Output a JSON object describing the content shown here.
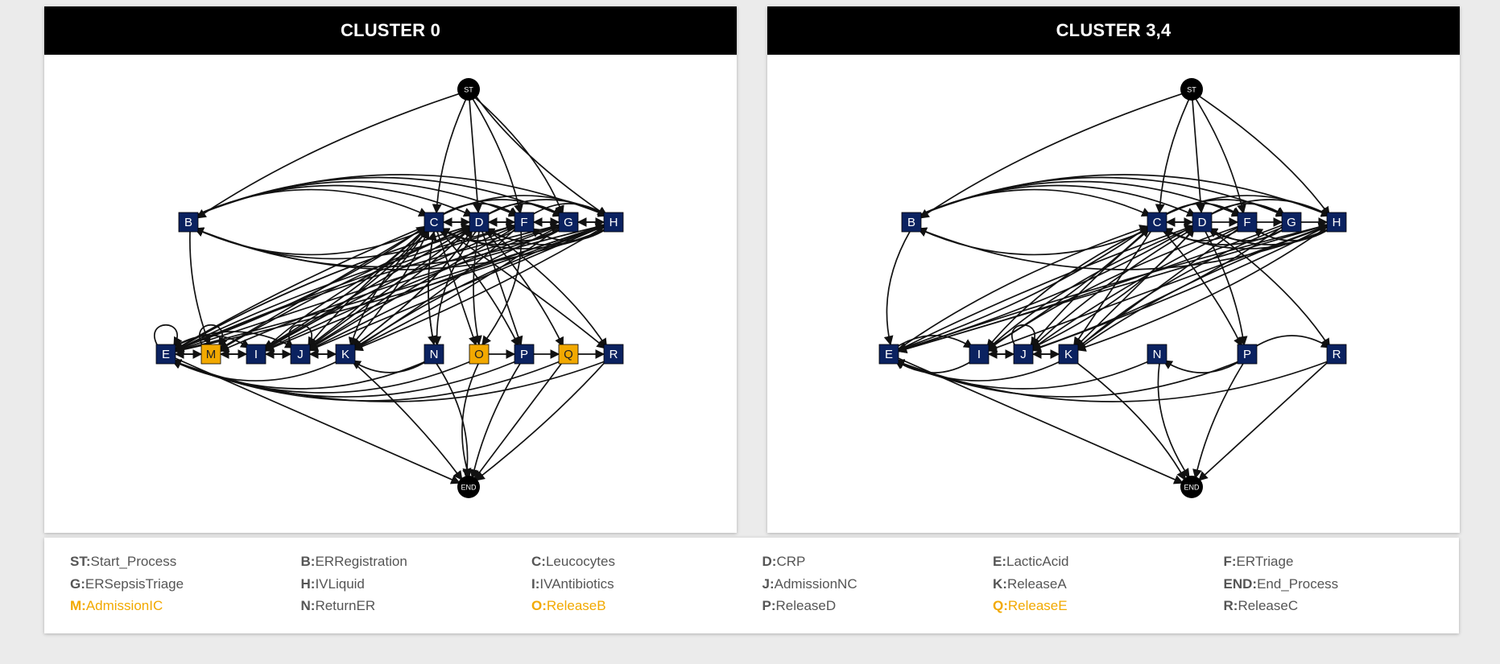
{
  "colors": {
    "node": "#0b2260",
    "highlight": "#f2a900",
    "terminal": "#000000",
    "edge": "#111111",
    "legend_text": "#555555"
  },
  "clusters": [
    {
      "title": "CLUSTER 0",
      "nodes": [
        {
          "id": "ST",
          "label": "ST",
          "kind": "terminal"
        },
        {
          "id": "B",
          "label": "B",
          "kind": "normal"
        },
        {
          "id": "C",
          "label": "C",
          "kind": "normal"
        },
        {
          "id": "D",
          "label": "D",
          "kind": "normal"
        },
        {
          "id": "F",
          "label": "F",
          "kind": "normal"
        },
        {
          "id": "G",
          "label": "G",
          "kind": "normal"
        },
        {
          "id": "H",
          "label": "H",
          "kind": "normal"
        },
        {
          "id": "E",
          "label": "E",
          "kind": "normal"
        },
        {
          "id": "M",
          "label": "M",
          "kind": "highlight"
        },
        {
          "id": "I",
          "label": "I",
          "kind": "normal"
        },
        {
          "id": "J",
          "label": "J",
          "kind": "normal"
        },
        {
          "id": "K",
          "label": "K",
          "kind": "normal"
        },
        {
          "id": "N",
          "label": "N",
          "kind": "normal"
        },
        {
          "id": "O",
          "label": "O",
          "kind": "highlight"
        },
        {
          "id": "P",
          "label": "P",
          "kind": "normal"
        },
        {
          "id": "Q",
          "label": "Q",
          "kind": "highlight"
        },
        {
          "id": "R",
          "label": "R",
          "kind": "normal"
        },
        {
          "id": "END",
          "label": "END",
          "kind": "terminal"
        }
      ],
      "edges": [
        [
          "ST",
          "B"
        ],
        [
          "ST",
          "C"
        ],
        [
          "ST",
          "D"
        ],
        [
          "ST",
          "F"
        ],
        [
          "ST",
          "G"
        ],
        [
          "ST",
          "H"
        ],
        [
          "B",
          "C"
        ],
        [
          "B",
          "D"
        ],
        [
          "B",
          "F"
        ],
        [
          "B",
          "G"
        ],
        [
          "B",
          "H"
        ],
        [
          "B",
          "M"
        ],
        [
          "C",
          "B"
        ],
        [
          "D",
          "B"
        ],
        [
          "G",
          "B"
        ],
        [
          "H",
          "B"
        ],
        [
          "C",
          "D"
        ],
        [
          "C",
          "F"
        ],
        [
          "C",
          "G"
        ],
        [
          "C",
          "H"
        ],
        [
          "D",
          "F"
        ],
        [
          "D",
          "G"
        ],
        [
          "D",
          "H"
        ],
        [
          "F",
          "G"
        ],
        [
          "F",
          "H"
        ],
        [
          "G",
          "H"
        ],
        [
          "D",
          "C"
        ],
        [
          "F",
          "C"
        ],
        [
          "G",
          "C"
        ],
        [
          "H",
          "C"
        ],
        [
          "F",
          "D"
        ],
        [
          "G",
          "D"
        ],
        [
          "H",
          "D"
        ],
        [
          "H",
          "F"
        ],
        [
          "G",
          "F"
        ],
        [
          "H",
          "G"
        ],
        [
          "C",
          "E"
        ],
        [
          "C",
          "M"
        ],
        [
          "C",
          "I"
        ],
        [
          "C",
          "J"
        ],
        [
          "C",
          "K"
        ],
        [
          "C",
          "N"
        ],
        [
          "C",
          "O"
        ],
        [
          "C",
          "P"
        ],
        [
          "C",
          "R"
        ],
        [
          "D",
          "E"
        ],
        [
          "D",
          "M"
        ],
        [
          "D",
          "I"
        ],
        [
          "D",
          "J"
        ],
        [
          "D",
          "K"
        ],
        [
          "D",
          "N"
        ],
        [
          "D",
          "O"
        ],
        [
          "D",
          "P"
        ],
        [
          "D",
          "Q"
        ],
        [
          "D",
          "R"
        ],
        [
          "F",
          "E"
        ],
        [
          "F",
          "I"
        ],
        [
          "F",
          "J"
        ],
        [
          "F",
          "K"
        ],
        [
          "F",
          "O"
        ],
        [
          "G",
          "E"
        ],
        [
          "G",
          "I"
        ],
        [
          "G",
          "J"
        ],
        [
          "G",
          "K"
        ],
        [
          "H",
          "E"
        ],
        [
          "H",
          "M"
        ],
        [
          "H",
          "I"
        ],
        [
          "H",
          "J"
        ],
        [
          "H",
          "K"
        ],
        [
          "E",
          "C"
        ],
        [
          "E",
          "D"
        ],
        [
          "E",
          "F"
        ],
        [
          "E",
          "G"
        ],
        [
          "E",
          "H"
        ],
        [
          "I",
          "C"
        ],
        [
          "I",
          "D"
        ],
        [
          "J",
          "C"
        ],
        [
          "J",
          "D"
        ],
        [
          "K",
          "C"
        ],
        [
          "K",
          "D"
        ],
        [
          "K",
          "H"
        ],
        [
          "N",
          "C"
        ],
        [
          "E",
          "M"
        ],
        [
          "M",
          "I"
        ],
        [
          "I",
          "J"
        ],
        [
          "J",
          "K"
        ],
        [
          "K",
          "E"
        ],
        [
          "N",
          "E"
        ],
        [
          "O",
          "E"
        ],
        [
          "P",
          "E"
        ],
        [
          "Q",
          "E"
        ],
        [
          "R",
          "E"
        ],
        [
          "K",
          "J"
        ],
        [
          "J",
          "I"
        ],
        [
          "I",
          "M"
        ],
        [
          "M",
          "E"
        ],
        [
          "E",
          "I"
        ],
        [
          "E",
          "J"
        ],
        [
          "N",
          "K"
        ],
        [
          "O",
          "P"
        ],
        [
          "Q",
          "R"
        ],
        [
          "P",
          "Q"
        ],
        [
          "E",
          "END"
        ],
        [
          "K",
          "END"
        ],
        [
          "N",
          "END"
        ],
        [
          "O",
          "END"
        ],
        [
          "P",
          "END"
        ],
        [
          "Q",
          "END"
        ],
        [
          "R",
          "END"
        ],
        [
          "E",
          "E"
        ],
        [
          "M",
          "M"
        ],
        [
          "J",
          "J"
        ]
      ]
    },
    {
      "title": "CLUSTER 3,4",
      "nodes": [
        {
          "id": "ST",
          "label": "ST",
          "kind": "terminal"
        },
        {
          "id": "B",
          "label": "B",
          "kind": "normal"
        },
        {
          "id": "C",
          "label": "C",
          "kind": "normal"
        },
        {
          "id": "D",
          "label": "D",
          "kind": "normal"
        },
        {
          "id": "F",
          "label": "F",
          "kind": "normal"
        },
        {
          "id": "G",
          "label": "G",
          "kind": "normal"
        },
        {
          "id": "H",
          "label": "H",
          "kind": "normal"
        },
        {
          "id": "E",
          "label": "E",
          "kind": "normal"
        },
        {
          "id": "I",
          "label": "I",
          "kind": "normal"
        },
        {
          "id": "J",
          "label": "J",
          "kind": "normal"
        },
        {
          "id": "K",
          "label": "K",
          "kind": "normal"
        },
        {
          "id": "N",
          "label": "N",
          "kind": "normal"
        },
        {
          "id": "P",
          "label": "P",
          "kind": "normal"
        },
        {
          "id": "R",
          "label": "R",
          "kind": "normal"
        },
        {
          "id": "END",
          "label": "END",
          "kind": "terminal"
        }
      ],
      "edges": [
        [
          "ST",
          "B"
        ],
        [
          "ST",
          "C"
        ],
        [
          "ST",
          "D"
        ],
        [
          "ST",
          "F"
        ],
        [
          "ST",
          "H"
        ],
        [
          "B",
          "C"
        ],
        [
          "B",
          "D"
        ],
        [
          "B",
          "F"
        ],
        [
          "B",
          "G"
        ],
        [
          "B",
          "H"
        ],
        [
          "B",
          "E"
        ],
        [
          "C",
          "B"
        ],
        [
          "H",
          "B"
        ],
        [
          "C",
          "D"
        ],
        [
          "C",
          "F"
        ],
        [
          "C",
          "G"
        ],
        [
          "C",
          "H"
        ],
        [
          "D",
          "F"
        ],
        [
          "D",
          "G"
        ],
        [
          "D",
          "H"
        ],
        [
          "F",
          "G"
        ],
        [
          "G",
          "H"
        ],
        [
          "D",
          "C"
        ],
        [
          "F",
          "C"
        ],
        [
          "G",
          "C"
        ],
        [
          "H",
          "C"
        ],
        [
          "G",
          "D"
        ],
        [
          "H",
          "D"
        ],
        [
          "H",
          "F"
        ],
        [
          "C",
          "E"
        ],
        [
          "C",
          "I"
        ],
        [
          "C",
          "J"
        ],
        [
          "C",
          "K"
        ],
        [
          "C",
          "P"
        ],
        [
          "D",
          "E"
        ],
        [
          "D",
          "I"
        ],
        [
          "D",
          "J"
        ],
        [
          "D",
          "K"
        ],
        [
          "D",
          "P"
        ],
        [
          "D",
          "R"
        ],
        [
          "F",
          "I"
        ],
        [
          "F",
          "J"
        ],
        [
          "F",
          "K"
        ],
        [
          "G",
          "E"
        ],
        [
          "G",
          "J"
        ],
        [
          "G",
          "K"
        ],
        [
          "H",
          "E"
        ],
        [
          "H",
          "I"
        ],
        [
          "H",
          "J"
        ],
        [
          "H",
          "K"
        ],
        [
          "E",
          "C"
        ],
        [
          "E",
          "D"
        ],
        [
          "E",
          "H"
        ],
        [
          "I",
          "C"
        ],
        [
          "J",
          "D"
        ],
        [
          "K",
          "H"
        ],
        [
          "E",
          "I"
        ],
        [
          "I",
          "J"
        ],
        [
          "J",
          "K"
        ],
        [
          "K",
          "J"
        ],
        [
          "J",
          "I"
        ],
        [
          "I",
          "E"
        ],
        [
          "K",
          "E"
        ],
        [
          "N",
          "E"
        ],
        [
          "P",
          "E"
        ],
        [
          "R",
          "E"
        ],
        [
          "P",
          "N"
        ],
        [
          "P",
          "R"
        ],
        [
          "E",
          "END"
        ],
        [
          "K",
          "END"
        ],
        [
          "N",
          "END"
        ],
        [
          "P",
          "END"
        ],
        [
          "R",
          "END"
        ],
        [
          "J",
          "J"
        ]
      ]
    }
  ],
  "legend": [
    {
      "key": "ST:",
      "text": "Start_Process",
      "highlight": false
    },
    {
      "key": "B:",
      "text": "ERRegistration",
      "highlight": false
    },
    {
      "key": "C:",
      "text": "Leucocytes",
      "highlight": false
    },
    {
      "key": "D:",
      "text": "CRP",
      "highlight": false
    },
    {
      "key": "E:",
      "text": "LacticAcid",
      "highlight": false
    },
    {
      "key": "F:",
      "text": "ERTriage",
      "highlight": false
    },
    {
      "key": "G:",
      "text": "ERSepsisTriage",
      "highlight": false
    },
    {
      "key": "H:",
      "text": "IVLiquid",
      "highlight": false
    },
    {
      "key": "I:",
      "text": "IVAntibiotics",
      "highlight": false
    },
    {
      "key": "J:",
      "text": "AdmissionNC",
      "highlight": false
    },
    {
      "key": "K:",
      "text": "ReleaseA",
      "highlight": false
    },
    {
      "key": "END:",
      "text": "End_Process",
      "highlight": false
    },
    {
      "key": "M:",
      "text": "AdmissionIC",
      "highlight": true
    },
    {
      "key": "N:",
      "text": "ReturnER",
      "highlight": false
    },
    {
      "key": "O:",
      "text": "ReleaseB",
      "highlight": true
    },
    {
      "key": "P:",
      "text": "ReleaseD",
      "highlight": false
    },
    {
      "key": "Q:",
      "text": "ReleaseE",
      "highlight": true
    },
    {
      "key": "R:",
      "text": "ReleaseC",
      "highlight": false
    }
  ]
}
